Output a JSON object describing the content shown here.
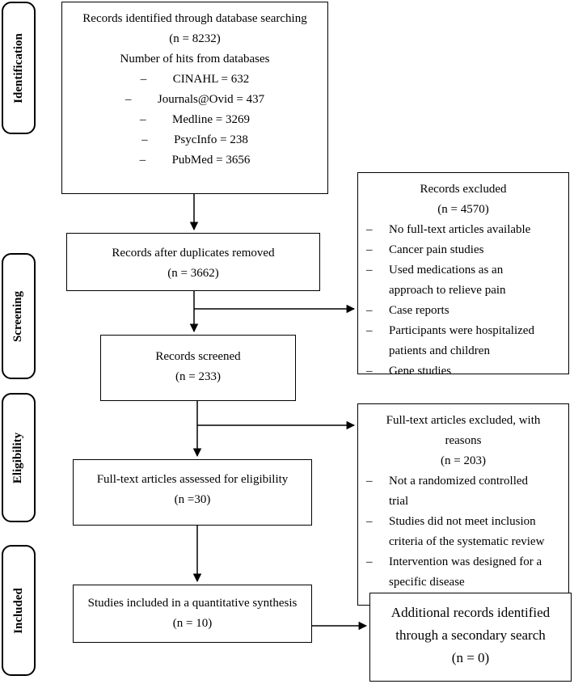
{
  "stages": {
    "identification": "Identification",
    "screening": "Screening",
    "eligibility": "Eligibility",
    "included": "Included"
  },
  "identification_box": {
    "title": "Records identified through database searching",
    "count": "(n = 8232)",
    "subtitle": "Number of hits from databases",
    "dash": "–",
    "items": [
      "CINAHL = 632",
      "Journals@Ovid = 437",
      "Medline = 3269",
      "PsycInfo = 238",
      "PubMed = 3656"
    ]
  },
  "duplicates_box": {
    "title": "Records after duplicates removed",
    "count": "(n = 3662)"
  },
  "excluded_box": {
    "title": "Records excluded",
    "count": "(n = 4570)",
    "dash": "–",
    "items": [
      [
        "No full-text articles available"
      ],
      [
        "Cancer pain studies"
      ],
      [
        "Used medications as an",
        "approach to relieve pain"
      ],
      [
        "Case reports"
      ],
      [
        "Participants were hospitalized",
        "patients and children"
      ],
      [
        "Gene studies"
      ]
    ]
  },
  "screened_box": {
    "title": "Records screened",
    "count": "(n = 233)"
  },
  "fulltext_excluded_box": {
    "title_line1": "Full-text articles excluded, with",
    "title_line2": "reasons",
    "count": "(n = 203)",
    "dash": "–",
    "items": [
      [
        "Not a randomized controlled",
        "trial"
      ],
      [
        "Studies did not meet inclusion",
        "criteria of the systematic review"
      ],
      [
        "Intervention was designed for a",
        "specific disease"
      ]
    ]
  },
  "eligibility_box": {
    "title": "Full-text articles assessed for eligibility",
    "count": "(n =30)"
  },
  "included_box": {
    "title": "Studies included in a quantitative synthesis",
    "count": "(n = 10)"
  },
  "additional_box": {
    "title_line1": "Additional records identified",
    "title_line2": "through a secondary search",
    "count": "(n = 0)"
  }
}
